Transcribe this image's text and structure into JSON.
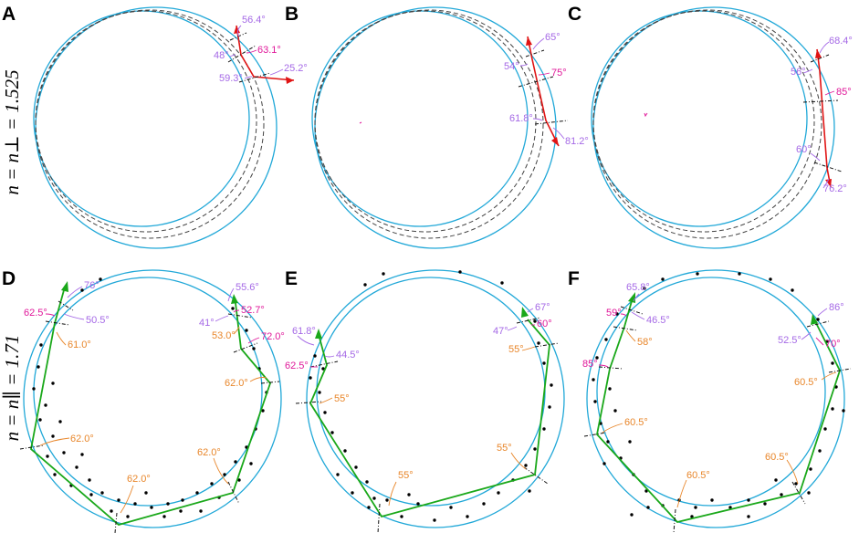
{
  "panels": {
    "A": {
      "label": "A",
      "angles": [
        "56.4°",
        "63.1°",
        "48°",
        "25.2°",
        "59.3°"
      ]
    },
    "B": {
      "label": "B",
      "angles": [
        "65°",
        "54°",
        "75°",
        "61.8°",
        "81.2°"
      ]
    },
    "C": {
      "label": "C",
      "angles": [
        "68.4°",
        "56°",
        "85°",
        "60°",
        "76.2°"
      ]
    },
    "D": {
      "label": "D",
      "angles": [
        "76°",
        "62.5°",
        "50.5°",
        "61.0°",
        "55.6°",
        "41°",
        "52.7°",
        "53.0°",
        "72.0°",
        "62.0°",
        "62.0°",
        "62.0°",
        "62.0°"
      ]
    },
    "E": {
      "label": "E",
      "angles": [
        "67°",
        "47°",
        "60°",
        "55°",
        "61.8°",
        "44.5°",
        "62.5°",
        "55°",
        "55°",
        "55°"
      ]
    },
    "F": {
      "label": "F",
      "angles": [
        "65.8°",
        "59°",
        "46.5°",
        "58°",
        "86°",
        "52.5°",
        "70°",
        "85°",
        "60.5°",
        "60.5°",
        "60.5°",
        "60.5°"
      ]
    }
  },
  "row_labels": {
    "top": "n = n⊥ = 1.525",
    "bottom": "n = n∥ = 1.71"
  },
  "colors": {
    "ring": "#21a8d8",
    "ray_top": "#e01414",
    "ray_bottom": "#1aa81a",
    "angle_purple": "#a569e6",
    "angle_magenta": "#e0189a",
    "angle_orange": "#e8862a"
  }
}
